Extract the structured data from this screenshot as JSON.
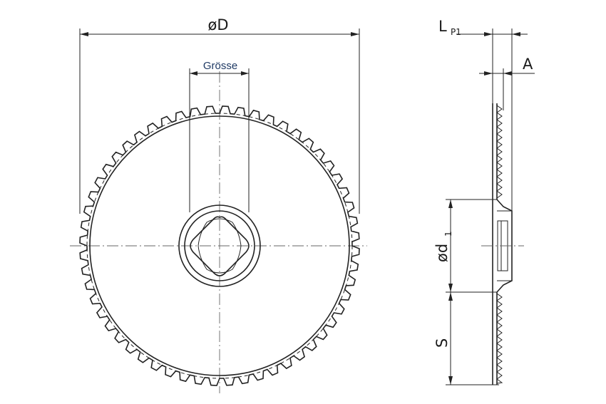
{
  "labels": {
    "outer_diameter": "øD",
    "size": "Grösse",
    "lp1_main": "L",
    "lp1_sub": "P1",
    "a": "A",
    "d1_main": "ød",
    "d1_sub": "1",
    "s": "S"
  },
  "colors": {
    "line": "#222222",
    "size_label": "#1f3a64",
    "background": "#ffffff"
  },
  "features": {
    "serrated_teeth": 56,
    "inner_drive": "square-socket"
  }
}
